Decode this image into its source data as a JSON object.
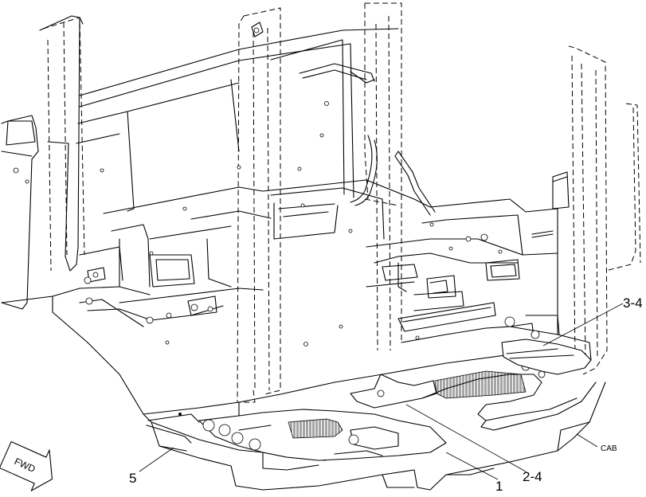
{
  "callouts": {
    "part_1": "1",
    "part_2_4": "2-4",
    "part_3_4": "3-4",
    "part_5": "5"
  },
  "labels": {
    "cab": "CAB",
    "fwd": "FWD"
  }
}
